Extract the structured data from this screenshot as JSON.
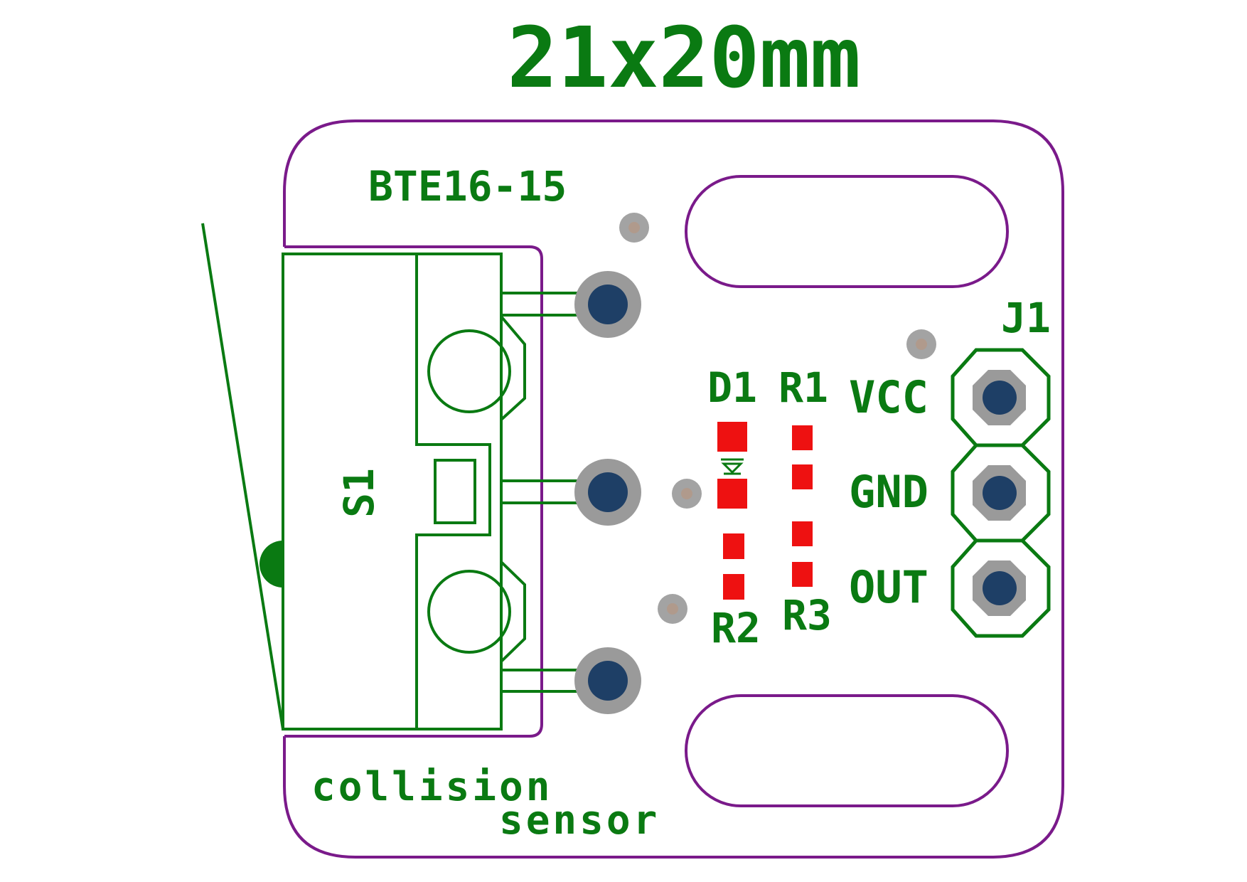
{
  "title": "21x20mm",
  "board_name": "BTE16-15",
  "description": {
    "line1": "collision",
    "line2": "sensor"
  },
  "components": {
    "switch": "S1",
    "diode": "D1",
    "r1": "R1",
    "r2": "R2",
    "r3": "R3",
    "connector": "J1"
  },
  "pins": {
    "vcc": "VCC",
    "gnd": "GND",
    "out": "OUT"
  },
  "colors": {
    "silkscreen": "#0a7a12",
    "outline": "#7a1a8a",
    "smd_pad": "#ee1111",
    "pad_ring": "#9a9a9a",
    "drill": "#1e3f66"
  }
}
